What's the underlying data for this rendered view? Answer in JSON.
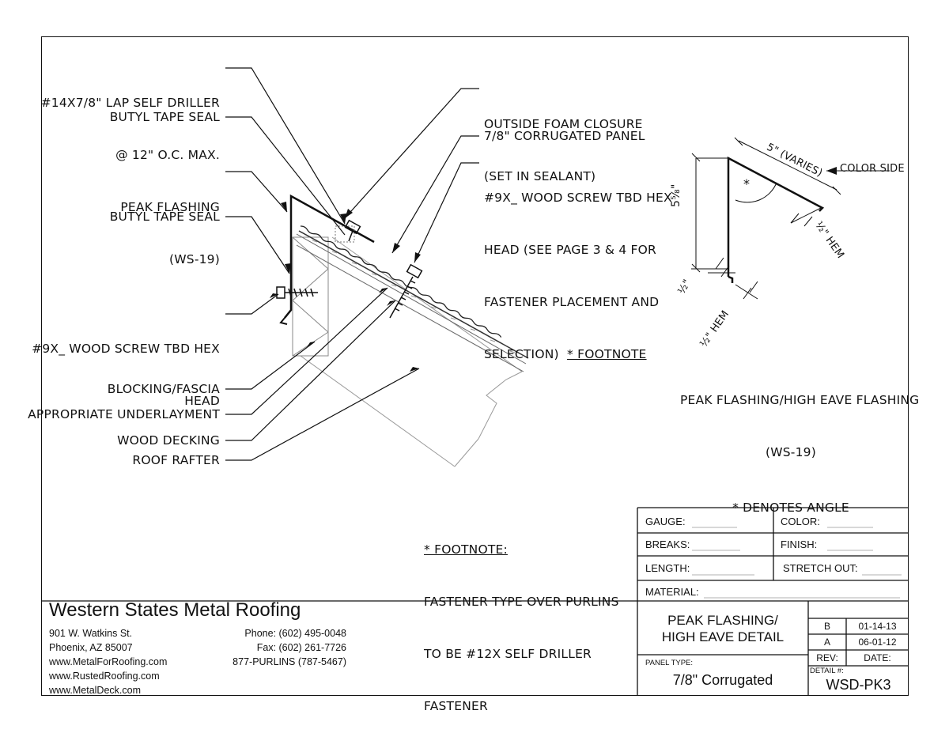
{
  "callouts": {
    "lap_driller_1": "#14X7/8\" LAP SELF DRILLER",
    "lap_driller_2": "@ 12\" O.C. MAX.",
    "butyl_top": "BUTYL TAPE SEAL",
    "peak_flashing_1": "PEAK FLASHING",
    "peak_flashing_2": "(WS-19)",
    "butyl_bottom": "BUTYL TAPE SEAL",
    "wood_screw_1": "#9X_ WOOD SCREW TBD HEX",
    "wood_screw_2": "HEAD",
    "blocking": "BLOCKING/FASCIA",
    "underlayment": "APPROPRIATE UNDERLAYMENT",
    "decking": "WOOD DECKING",
    "rafter": "ROOF RAFTER",
    "foam_1": "OUTSIDE FOAM CLOSURE",
    "foam_2": "(SET IN SEALANT)",
    "panel": "7/8\" CORRUGATED PANEL",
    "screw_r1": "#9X_ WOOD SCREW TBD HEX",
    "screw_r2": "HEAD (SEE PAGE 3 & 4 FOR",
    "screw_r3": "FASTENER PLACEMENT AND",
    "screw_r4": "SELECTION)",
    "screw_r4_note": "* FOOTNOTE"
  },
  "detail": {
    "dim_5": "5\" (VARIES)",
    "color_side": "COLOR SIDE",
    "angle_mark": "*",
    "dim_height": "5⅝\"",
    "dim_half_left": "½\"",
    "hem_bottom": "½\" HEM",
    "hem_right": "½\" HEM",
    "caption_1": "PEAK FLASHING/HIGH EAVE FLASHING",
    "caption_2": "(WS-19)",
    "caption_3": "* DENOTES ANGLE"
  },
  "footnote": {
    "title": "* FOOTNOTE:",
    "line1": "FASTENER TYPE OVER PURLINS",
    "line2": "TO BE #12X SELF DRILLER",
    "line3": "FASTENER"
  },
  "company": {
    "name": "Western States Metal Roofing",
    "addr1": "901 W. Watkins St.",
    "addr2": "Phoenix, AZ 85007",
    "web1": "www.MetalForRoofing.com",
    "web2": "www.RustedRoofing.com",
    "web3": "www.MetalDeck.com",
    "phone": "Phone: (602) 495-0048",
    "fax": "Fax: (602) 261-7726",
    "tollfree": "877-PURLINS (787-5467)"
  },
  "specs": {
    "gauge": "GAUGE:",
    "color": "COLOR:",
    "breaks": "BREAKS:",
    "finish": "FINISH:",
    "length": "LENGTH:",
    "stretch": "STRETCH OUT:",
    "material": "MATERIAL:"
  },
  "title_block": {
    "title1": "PEAK FLASHING/",
    "title2": "HIGH EAVE DETAIL",
    "panel_type_label": "PANEL TYPE:",
    "panel_type": "7/8\" Corrugated",
    "rev_b": "B",
    "date_b": "01-14-13",
    "rev_a": "A",
    "date_a": "06-01-12",
    "rev_label": "REV:",
    "date_label": "DATE:",
    "detail_label": "DETAIL #:",
    "detail_no": "WSD-PK3"
  }
}
